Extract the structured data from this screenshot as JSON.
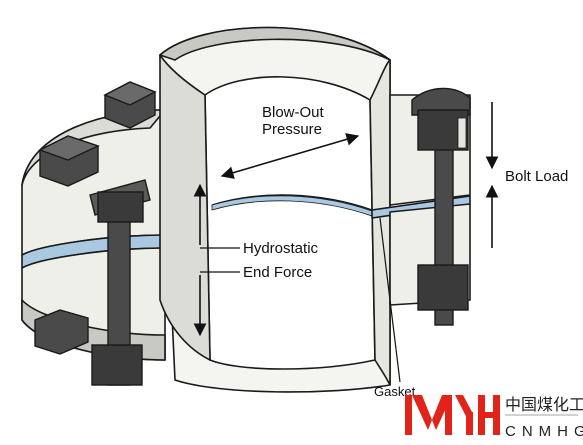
{
  "labels": {
    "blow_out_line1": "Blow-Out",
    "blow_out_line2": "Pressure",
    "hydrostatic": "Hydrostatic",
    "end_force": "End Force",
    "bolt_load": "Bolt Load",
    "gasket": "Gasket"
  },
  "logo": {
    "mark": "MYH",
    "cn_text": "中国煤化工",
    "en_text": "CNMHG",
    "brand_color": "#e2231a"
  },
  "colors": {
    "flange": "#efefea",
    "flange_shadow": "#c9c9c3",
    "pipe_inner": "#dcdcd6",
    "bolt": "#4a4a4a",
    "bolt_dark": "#2e2e2e",
    "gasket": "#a9c9e2",
    "outline": "#1a1a1a"
  }
}
